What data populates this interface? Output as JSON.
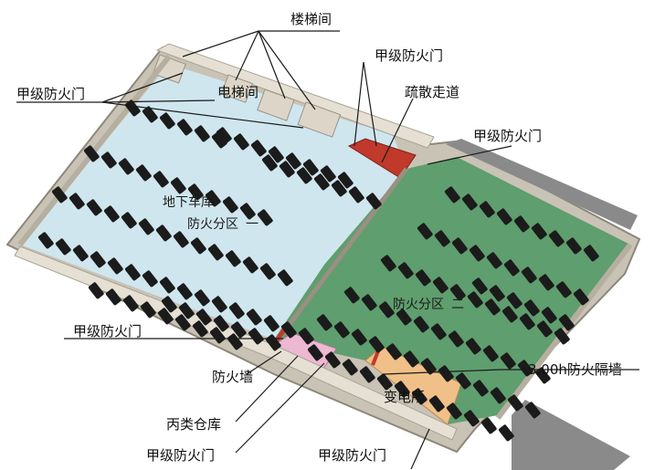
{
  "labels": {
    "stairwell": "楼梯间",
    "door_a_top": "甲级防火门",
    "elevator": "电梯间",
    "door_a_left": "甲级防火门",
    "corridor": "疏散走道",
    "door_a_mid": "甲级防火门",
    "door_a_lower_left": "甲级防火门",
    "firewall": "防火墙",
    "storage_c": "丙类仓库",
    "door_a_bottom_left": "甲级防火门",
    "door_a_bottom_right": "甲级防火门",
    "partition_wall": "3.00h防火隔墙",
    "substation": "变电所"
  },
  "zones": {
    "garage": "地下车库",
    "fire_zone_1": "防火分区",
    "fire_zone_2": "防火分区"
  },
  "colors": {
    "zone1_floor": "#cfe6ef",
    "zone2_floor": "#5f9e6e",
    "wall": "#e6e0d4",
    "wall_shadow": "#a9a394",
    "corridor_red": "#c0392b",
    "storage_pink": "#ecb8d2",
    "substation_orange": "#f1c089",
    "ramp_grey": "#8a8a8a",
    "car": "#1b1b1b"
  }
}
